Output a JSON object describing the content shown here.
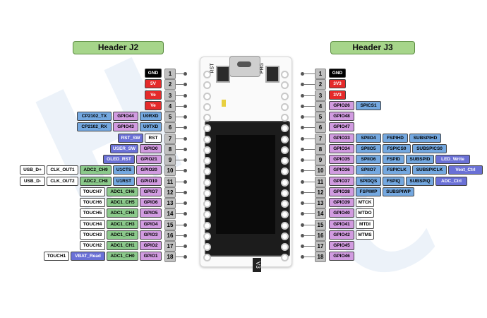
{
  "headers": {
    "left": "Header J2",
    "right": "Header J3"
  },
  "colors": {
    "black": "#000000",
    "red": "#e52a2a",
    "white": "#ffffff",
    "pink": "#d19be0",
    "blue": "#74a8e0",
    "green": "#8bc98b",
    "indigo": "#6a70d6",
    "teal": "#5aa8c0"
  },
  "left_rows": [
    {
      "pin": "1",
      "labels": [
        {
          "text": "GND",
          "c": "black"
        }
      ]
    },
    {
      "pin": "2",
      "labels": [
        {
          "text": "5V",
          "c": "red"
        }
      ]
    },
    {
      "pin": "3",
      "labels": [
        {
          "text": "Ve",
          "c": "red"
        }
      ]
    },
    {
      "pin": "4",
      "labels": [
        {
          "text": "Ve",
          "c": "red"
        }
      ]
    },
    {
      "pin": "5",
      "labels": [
        {
          "text": "U0RXD",
          "c": "blue"
        },
        {
          "text": "GPIO44",
          "c": "pink"
        },
        {
          "text": "CP2102_TX",
          "c": "blue"
        }
      ]
    },
    {
      "pin": "6",
      "labels": [
        {
          "text": "U0TXD",
          "c": "blue"
        },
        {
          "text": "GPIO43",
          "c": "pink"
        },
        {
          "text": "CP2102_RX",
          "c": "blue"
        }
      ]
    },
    {
      "pin": "7",
      "labels": [
        {
          "text": "RST",
          "c": "white"
        },
        {
          "text": "RST_SW",
          "c": "indigo"
        }
      ]
    },
    {
      "pin": "8",
      "labels": [
        {
          "text": "GPIO0",
          "c": "pink"
        },
        {
          "text": "USER_SW",
          "c": "indigo"
        }
      ]
    },
    {
      "pin": "9",
      "labels": [
        {
          "text": "GPIO21",
          "c": "pink"
        },
        {
          "text": "OLED_RST",
          "c": "indigo"
        }
      ]
    },
    {
      "pin": "10",
      "labels": [
        {
          "text": "GPIO20",
          "c": "pink"
        },
        {
          "text": "U1CTS",
          "c": "blue"
        },
        {
          "text": "ADC2_CH9",
          "c": "green"
        },
        {
          "text": "CLK_OUT1",
          "c": "white"
        },
        {
          "text": "USB_D+",
          "c": "white"
        }
      ]
    },
    {
      "pin": "11",
      "labels": [
        {
          "text": "GPIO19",
          "c": "pink"
        },
        {
          "text": "U1RST",
          "c": "blue"
        },
        {
          "text": "ADC2_CH8",
          "c": "green"
        },
        {
          "text": "CLK_OUT2",
          "c": "white"
        },
        {
          "text": "USB_D-",
          "c": "white"
        }
      ]
    },
    {
      "pin": "12",
      "labels": [
        {
          "text": "GPIO7",
          "c": "pink"
        },
        {
          "text": "ADC1_CH6",
          "c": "green"
        },
        {
          "text": "TOUCH7",
          "c": "white"
        }
      ]
    },
    {
      "pin": "13",
      "labels": [
        {
          "text": "GPIO6",
          "c": "pink"
        },
        {
          "text": "ADC1_CH5",
          "c": "green"
        },
        {
          "text": "TOUCH6",
          "c": "white"
        }
      ]
    },
    {
      "pin": "14",
      "labels": [
        {
          "text": "GPIO5",
          "c": "pink"
        },
        {
          "text": "ADC1_CH4",
          "c": "green"
        },
        {
          "text": "TOUCH5",
          "c": "white"
        }
      ]
    },
    {
      "pin": "15",
      "labels": [
        {
          "text": "GPIO4",
          "c": "pink"
        },
        {
          "text": "ADC1_CH3",
          "c": "green"
        },
        {
          "text": "TOUCH4",
          "c": "white"
        }
      ]
    },
    {
      "pin": "16",
      "labels": [
        {
          "text": "GPIO3",
          "c": "pink"
        },
        {
          "text": "ADC1_CH2",
          "c": "green"
        },
        {
          "text": "TOUCH3",
          "c": "white"
        }
      ]
    },
    {
      "pin": "17",
      "labels": [
        {
          "text": "GPIO2",
          "c": "pink"
        },
        {
          "text": "ADC1_CH1",
          "c": "green"
        },
        {
          "text": "TOUCH2",
          "c": "white"
        }
      ]
    },
    {
      "pin": "18",
      "labels": [
        {
          "text": "GPIO1",
          "c": "pink"
        },
        {
          "text": "ADC1_CH0",
          "c": "green"
        },
        {
          "text": "VBAT_Read",
          "c": "indigo"
        },
        {
          "text": "TOUCH1",
          "c": "white"
        }
      ]
    }
  ],
  "right_rows": [
    {
      "pin": "1",
      "labels": [
        {
          "text": "GND",
          "c": "black"
        }
      ]
    },
    {
      "pin": "2",
      "labels": [
        {
          "text": "3V3",
          "c": "red"
        }
      ]
    },
    {
      "pin": "3",
      "labels": [
        {
          "text": "3V3",
          "c": "red"
        }
      ]
    },
    {
      "pin": "4",
      "labels": [
        {
          "text": "GPIO26",
          "c": "pink"
        },
        {
          "text": "SPICS1",
          "c": "blue"
        }
      ]
    },
    {
      "pin": "5",
      "labels": [
        {
          "text": "GPIO48",
          "c": "pink"
        }
      ]
    },
    {
      "pin": "6",
      "labels": [
        {
          "text": "GPIO47",
          "c": "pink"
        }
      ]
    },
    {
      "pin": "7",
      "labels": [
        {
          "text": "GPIO33",
          "c": "pink"
        },
        {
          "text": "SPIIO4",
          "c": "blue"
        },
        {
          "text": "FSPIHD",
          "c": "blue"
        },
        {
          "text": "SUBSPIHD",
          "c": "blue"
        }
      ]
    },
    {
      "pin": "8",
      "labels": [
        {
          "text": "GPIO34",
          "c": "pink"
        },
        {
          "text": "SPIIO5",
          "c": "blue"
        },
        {
          "text": "FSPICS0",
          "c": "blue"
        },
        {
          "text": "SUBSPICS0",
          "c": "blue"
        }
      ]
    },
    {
      "pin": "9",
      "labels": [
        {
          "text": "GPIO35",
          "c": "pink"
        },
        {
          "text": "SPIIO6",
          "c": "blue"
        },
        {
          "text": "FSPID",
          "c": "blue"
        },
        {
          "text": "SUBSPID",
          "c": "blue"
        },
        {
          "text": "LED_Write",
          "c": "indigo"
        }
      ]
    },
    {
      "pin": "10",
      "labels": [
        {
          "text": "GPIO36",
          "c": "pink"
        },
        {
          "text": "SPIIO7",
          "c": "blue"
        },
        {
          "text": "FSPICLK",
          "c": "blue"
        },
        {
          "text": "SUBSPICLK",
          "c": "blue"
        },
        {
          "text": "Vext_Ctrl",
          "c": "indigo"
        }
      ]
    },
    {
      "pin": "11",
      "labels": [
        {
          "text": "GPIO37",
          "c": "pink"
        },
        {
          "text": "SPIDQS",
          "c": "blue"
        },
        {
          "text": "FSPIQ",
          "c": "blue"
        },
        {
          "text": "SUBSPIQ",
          "c": "blue"
        },
        {
          "text": "ADC_Ctrl",
          "c": "indigo"
        }
      ]
    },
    {
      "pin": "12",
      "labels": [
        {
          "text": "GPIO38",
          "c": "pink"
        },
        {
          "text": "FSPIWP",
          "c": "blue"
        },
        {
          "text": "SUBSPIWP",
          "c": "blue"
        }
      ]
    },
    {
      "pin": "13",
      "labels": [
        {
          "text": "GPIO39",
          "c": "pink"
        },
        {
          "text": "MTCK",
          "c": "white"
        }
      ]
    },
    {
      "pin": "14",
      "labels": [
        {
          "text": "GPIO40",
          "c": "pink"
        },
        {
          "text": "MTDO",
          "c": "white"
        }
      ]
    },
    {
      "pin": "15",
      "labels": [
        {
          "text": "GPIO41",
          "c": "pink"
        },
        {
          "text": "MTDI",
          "c": "white"
        }
      ]
    },
    {
      "pin": "16",
      "labels": [
        {
          "text": "GPIO42",
          "c": "pink"
        },
        {
          "text": "MTMS",
          "c": "white"
        }
      ]
    },
    {
      "pin": "17",
      "labels": [
        {
          "text": "GPIO45",
          "c": "pink"
        }
      ]
    },
    {
      "pin": "18",
      "labels": [
        {
          "text": "GPIO46",
          "c": "pink"
        }
      ]
    }
  ],
  "board": {
    "version": "V3",
    "rst_label": "RST",
    "prg_label": "PRG"
  }
}
